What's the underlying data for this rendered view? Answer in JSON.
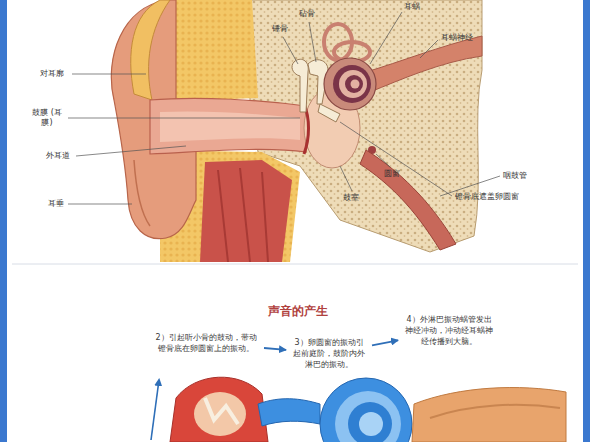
{
  "diagram": {
    "title": "声音的产生",
    "nodes": [
      {
        "text": [
          "2）引起听小骨的鼓动，带动镫骨底在卵圆窗上的振动。"
        ]
      },
      {
        "text": [
          "3）卵圆窗的振动引起前庭阶，鼓阶内外淋巴的振动。"
        ]
      },
      {
        "text": [
          "4）外淋巴振动蜗管发出神经冲动，冲动经耳蜗神经传播到大脑。"
        ]
      }
    ],
    "edges": [
      {
        "from": 0,
        "to": 1,
        "arrow": "to"
      },
      {
        "from": 1,
        "to": 2,
        "arrow": "to"
      }
    ],
    "labels": [
      "砧骨",
      "锤骨",
      "耳蜗",
      "耳蜗神经",
      "对耳廓",
      "鼓膜 (耳膜)",
      "外耳道",
      "镫骨底遮盖卵圆窗",
      "圆窗",
      "咽鼓管",
      "耳垂",
      "鼓室"
    ]
  }
}
